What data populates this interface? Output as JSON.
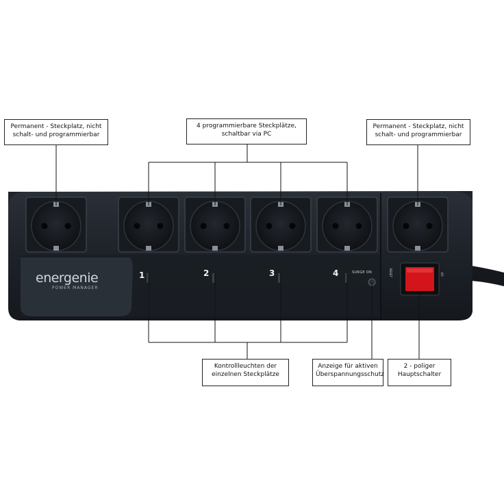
{
  "callouts": {
    "left_permanent": "Permanent - Steckplatz, nicht\nschalt- und programmierbar",
    "programmable": "4 programmierbare Steckplätze,\nschaltbar via PC",
    "right_permanent": "Permanent - Steckplatz, nicht\nschalt- und programmierbar",
    "indicators": "Kontrollleuchten der\neinzelnen Steckplätze",
    "surge": "Anzeige für aktiven\nÜberspannungsschutz",
    "switch": "2 - poliger\nHauptschalter"
  },
  "device": {
    "brand": "energenie",
    "brand_sub": "POWER MANAGER",
    "socket_numbers": [
      "1",
      "2",
      "3",
      "4"
    ],
    "surge_label": "SURGE ON",
    "switch_labels": [
      "RESET",
      "I/O"
    ],
    "colors": {
      "body": "#1c2128",
      "switch": "#d3141a",
      "line": "#111111"
    }
  }
}
